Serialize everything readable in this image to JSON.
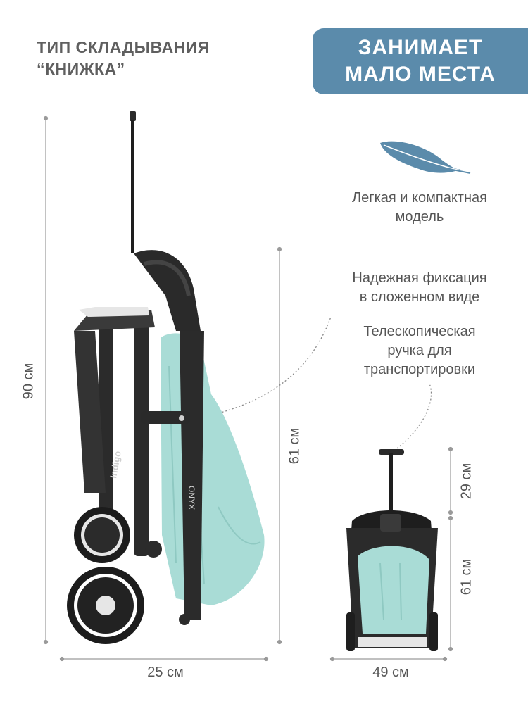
{
  "fold_type": {
    "line1": "ТИП СКЛАДЫВАНИЯ",
    "line2": "“КНИЖКА”"
  },
  "badge": {
    "line1": "ЗАНИМАЕТ",
    "line2": "МАЛО МЕСТА"
  },
  "features": {
    "light": {
      "line1": "Легкая и компактная",
      "line2": "модель"
    },
    "lock": {
      "line1": "Надежная фиксация",
      "line2": "в сложенном виде"
    },
    "handle": {
      "line1": "Телескопическая",
      "line2": "ручка для",
      "line3": "транспортировки"
    }
  },
  "icons": {
    "feather": "feather-icon"
  },
  "dimensions": {
    "height_total": "90 см",
    "height_folded": "61 см",
    "depth": "25 см",
    "width": "49 см",
    "handle_height": "29 см",
    "body_height": "61 см"
  },
  "stroller": {
    "brand": "Indigo",
    "model": "ONYX"
  },
  "colors": {
    "accent": "#5b8bab",
    "fabric": "#a9dcd6",
    "frame": "#2b2b2b",
    "text": "#555555"
  }
}
